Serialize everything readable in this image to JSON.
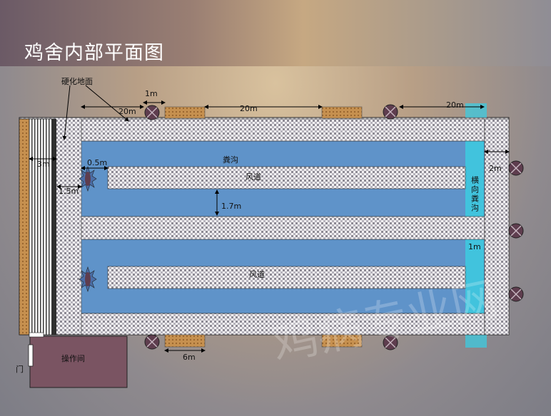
{
  "title": "鸡舍内部平面图",
  "watermark": "鸡病专业网",
  "labels": {
    "hardened_ground": "硬化地面",
    "manure_ditch": "粪沟",
    "air_duct_1": "风道",
    "air_duct_2": "风道",
    "cross_ditch": "横向粪沟",
    "operation_room": "操作间",
    "door": "门"
  },
  "dimensions": {
    "d_1m_top": "1m",
    "d_20m_left": "20m",
    "d_20m_mid": "20m",
    "d_20m_right": "20m",
    "d_3m": "3m",
    "d_05m": "0.5m",
    "d_15m": "1.5m",
    "d_17m": "1.7m",
    "d_2m": "2m",
    "d_1m_right": "1m",
    "d_6m": "6m"
  },
  "colors": {
    "water": "#5f93c9",
    "cross_ditch": "#3ccbe0",
    "corridor": "#f1eff1",
    "pad": "#c08a4c",
    "fan": "#5e3d4e",
    "room": "#7a5462"
  }
}
